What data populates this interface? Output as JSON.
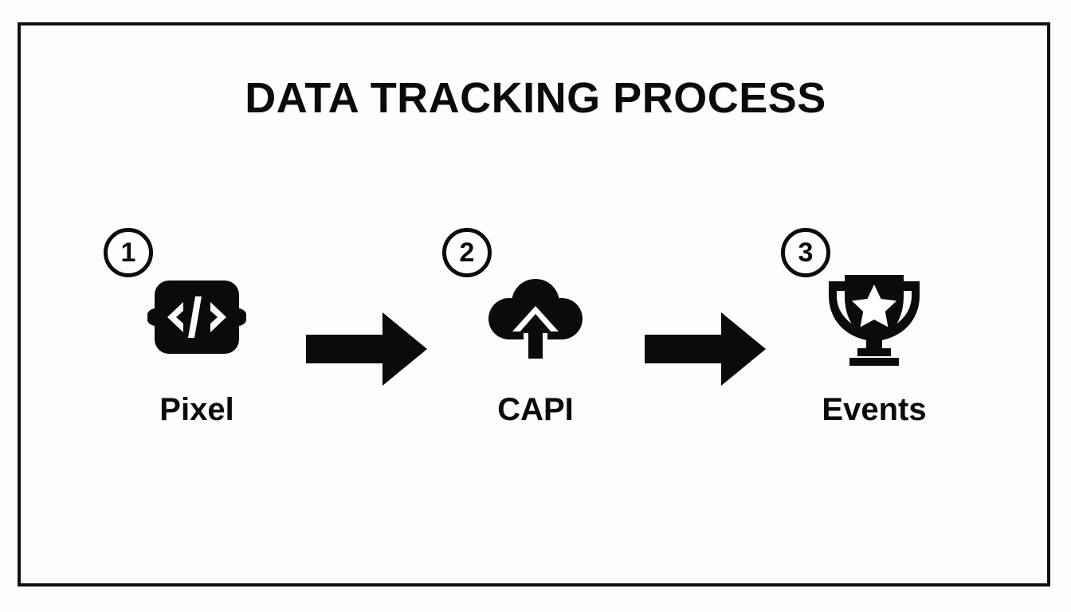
{
  "slide": {
    "title": "DATA TRACKING PROCESS",
    "background_color": "#fdfdfd",
    "frame_color": "#111111",
    "ink_color": "#0b0b0b"
  },
  "flow": {
    "steps": [
      {
        "number": "1",
        "label": "Pixel",
        "icon": "code-badge-icon"
      },
      {
        "number": "2",
        "label": "CAPI",
        "icon": "cloud-upload-icon"
      },
      {
        "number": "3",
        "label": "Events",
        "icon": "trophy-star-icon"
      }
    ],
    "connectors": [
      {
        "icon": "arrow-right-icon"
      },
      {
        "icon": "arrow-right-icon"
      }
    ]
  }
}
